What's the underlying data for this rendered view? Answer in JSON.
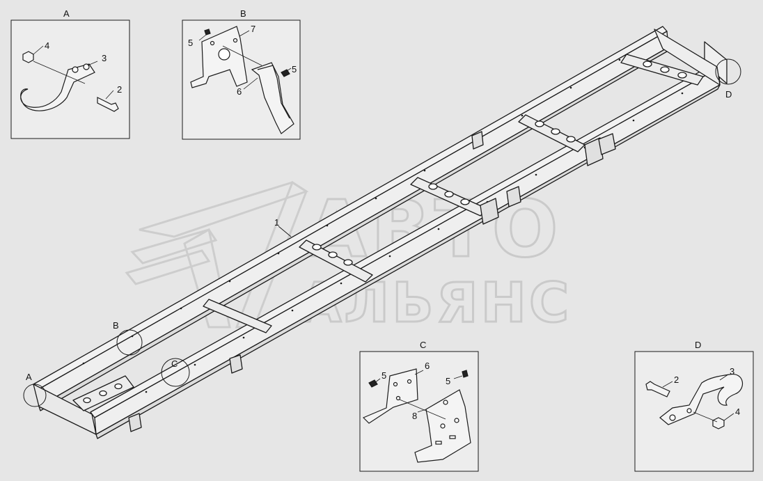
{
  "watermark": {
    "line1": "АВТО",
    "line2": "АЛЬЯНС",
    "color": "#d2d2d2"
  },
  "main": {
    "frame_label": "1",
    "callouts": [
      "A",
      "B",
      "C",
      "D"
    ]
  },
  "panels": {
    "A": {
      "title": "A",
      "labels": [
        "4",
        "3",
        "2"
      ]
    },
    "B": {
      "title": "B",
      "labels": [
        "5",
        "7",
        "5",
        "6"
      ]
    },
    "C": {
      "title": "C",
      "labels": [
        "5",
        "6",
        "5",
        "8"
      ]
    },
    "D": {
      "title": "D",
      "labels": [
        "2",
        "3",
        "4"
      ]
    }
  },
  "colors": {
    "background": "#e6e6e6",
    "line": "#1a1a1a",
    "panel_fill": "#eeeeee"
  }
}
